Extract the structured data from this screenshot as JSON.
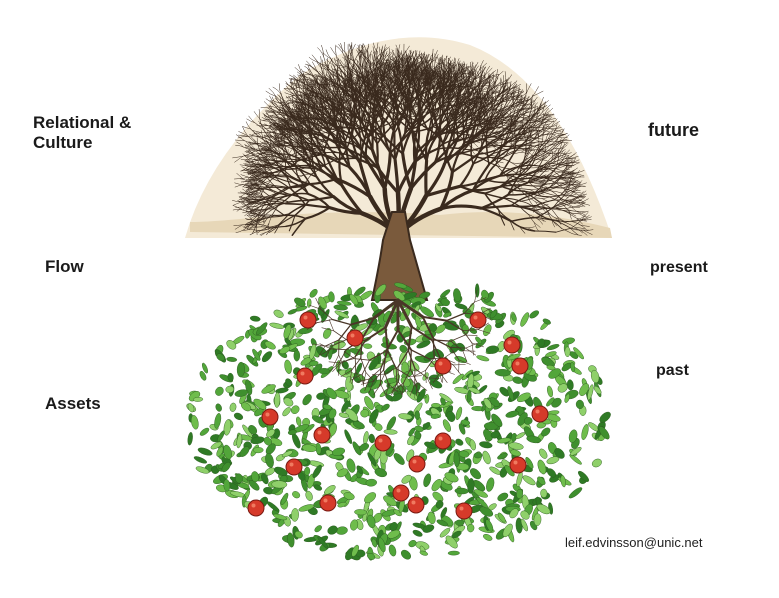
{
  "labels": {
    "relational": "Relational & Culture",
    "flow": "Flow",
    "assets": "Assets",
    "future": "future",
    "present": "present",
    "past": "past"
  },
  "credit": "leif.edvinsson@unic.net",
  "colors": {
    "bark": "#3a2a1e",
    "trunk": "#7a5a3c",
    "canopy_fill": "#e7d7b8",
    "leaf": "#52a63a",
    "leaf_light": "#8fd06a",
    "fruit": "#d63a2a"
  }
}
